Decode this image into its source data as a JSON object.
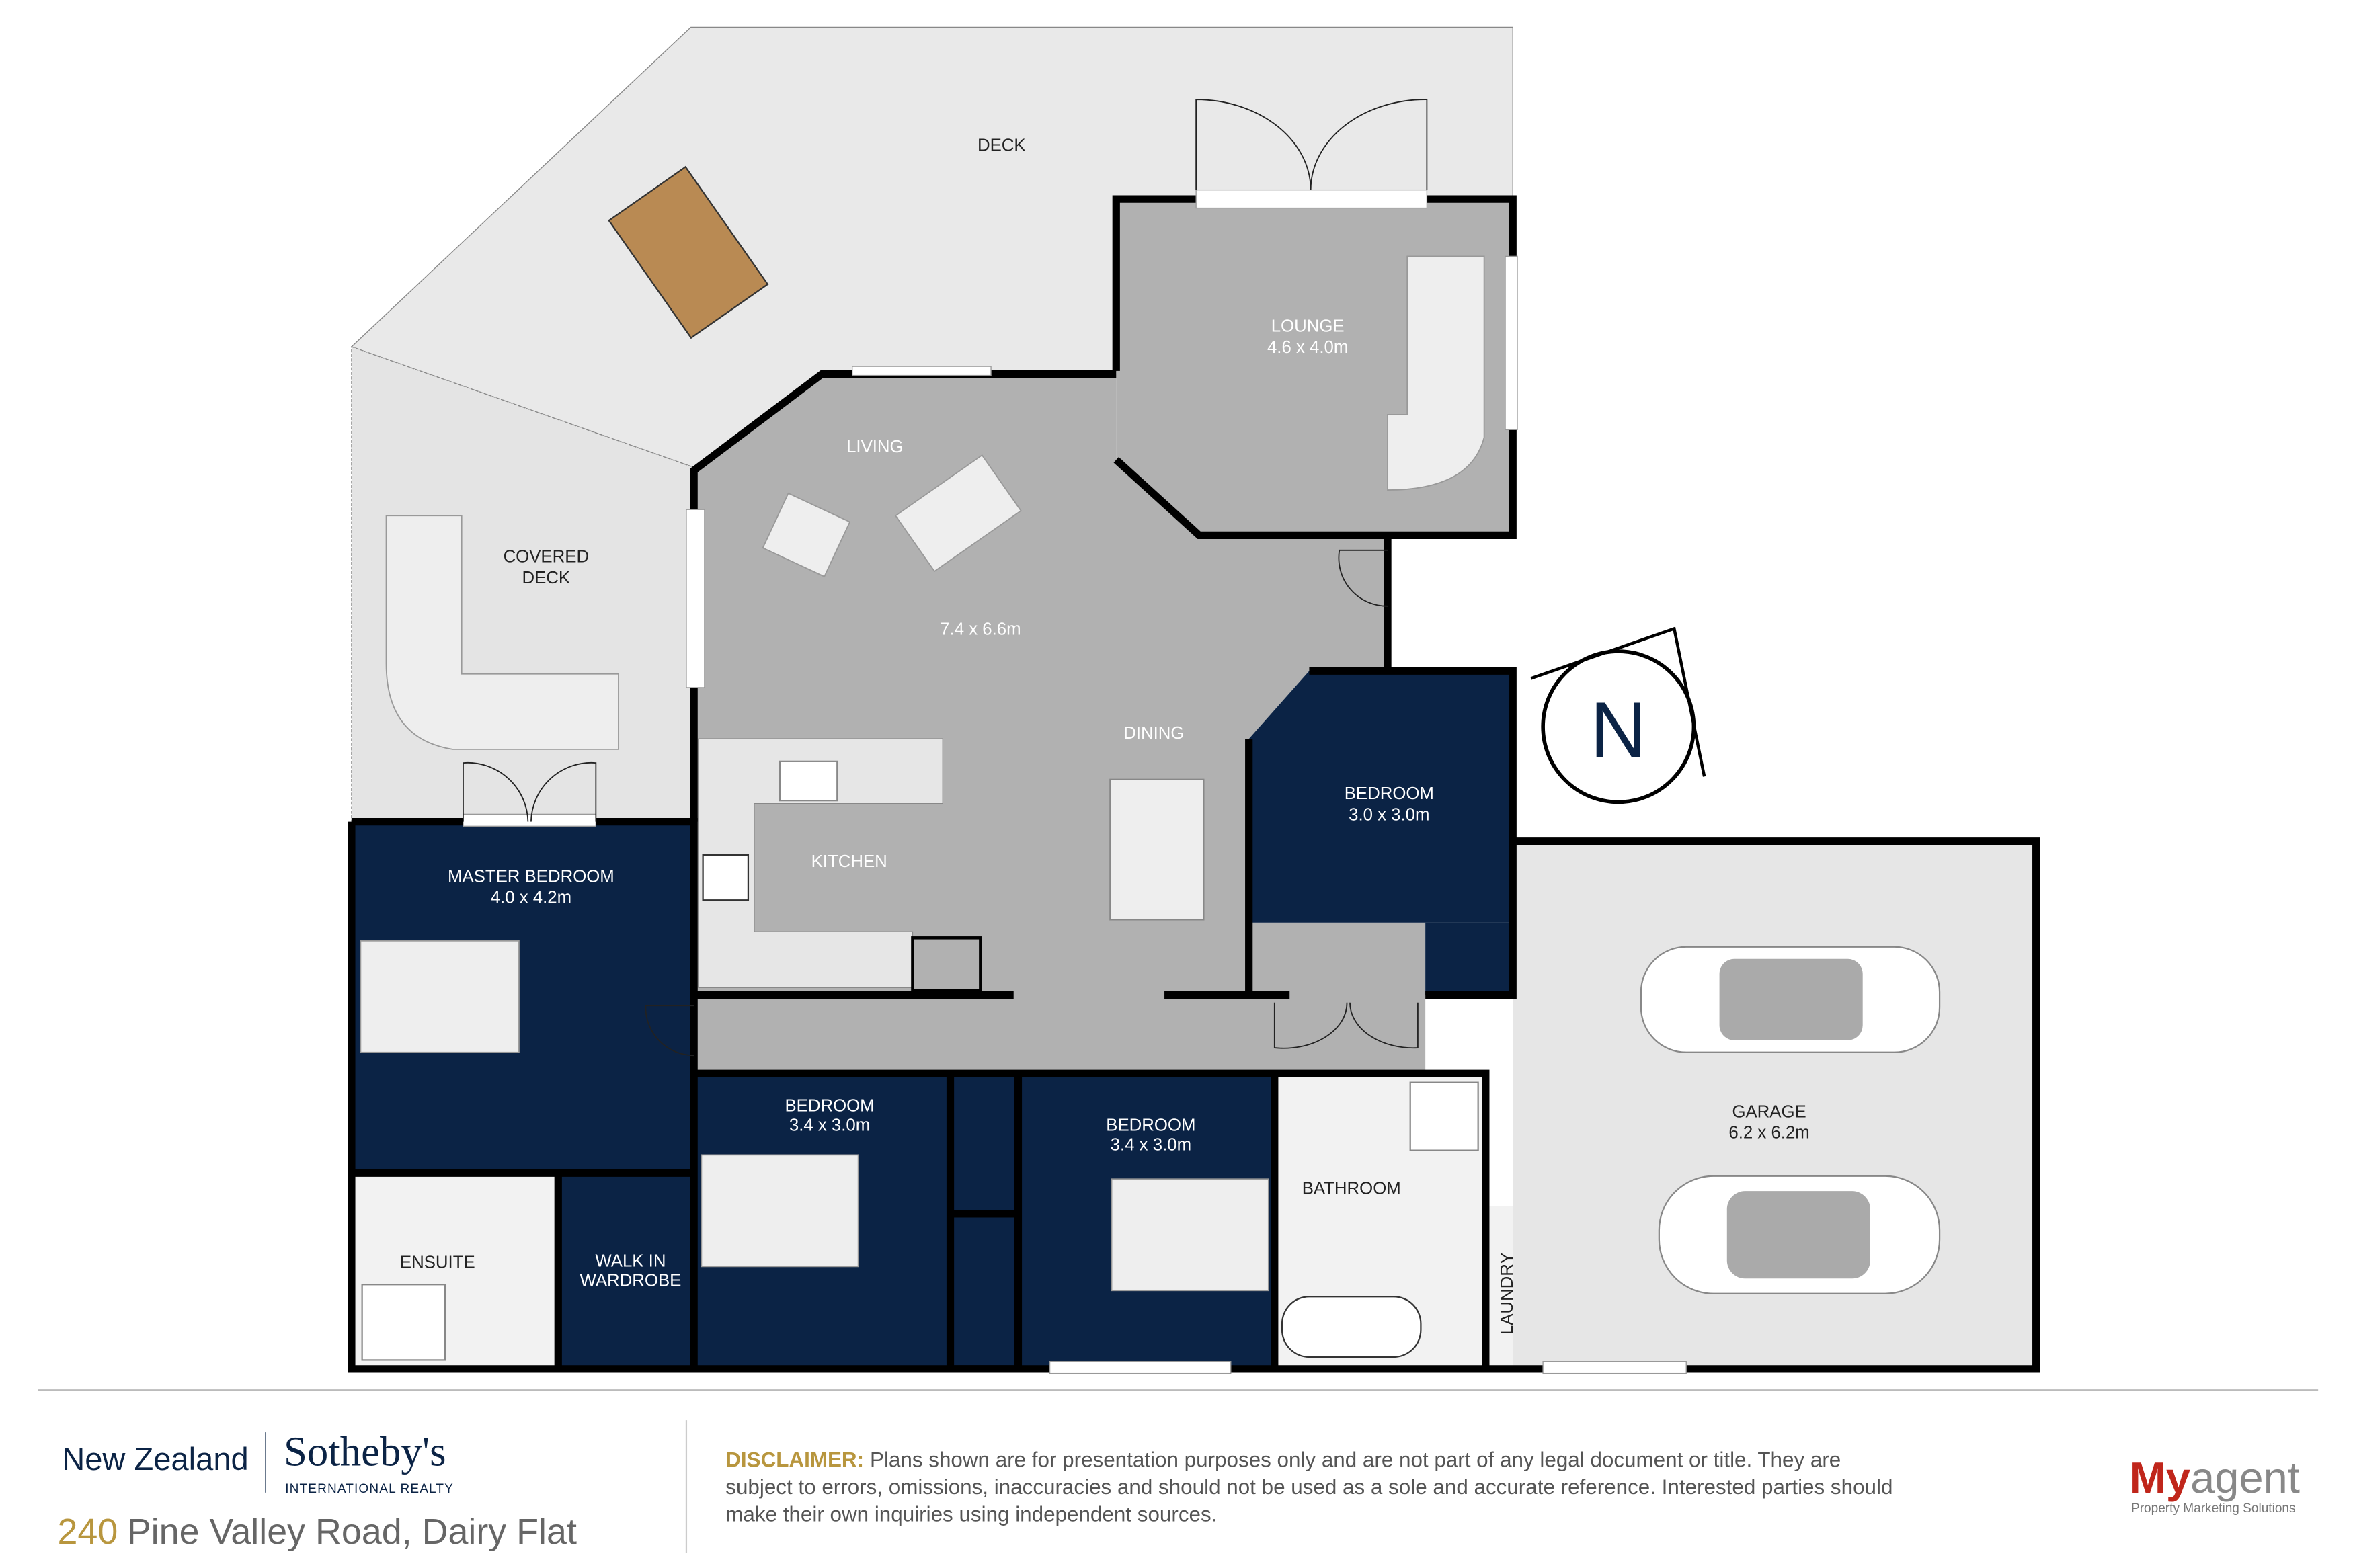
{
  "rooms": {
    "deck": {
      "name": "DECK"
    },
    "covered_deck": {
      "line1": "COVERED",
      "line2": "DECK"
    },
    "lounge": {
      "name": "LOUNGE",
      "size": "4.6 x 4.0m"
    },
    "living": {
      "name": "LIVING",
      "size": "7.4 x 6.6m"
    },
    "dining": {
      "name": "DINING"
    },
    "kitchen": {
      "name": "KITCHEN"
    },
    "bedroom_ne": {
      "name": "BEDROOM",
      "size": "3.0 x 3.0m"
    },
    "master": {
      "name": "MASTER BEDROOM",
      "size": "4.0 x 4.2m"
    },
    "bedroom_2": {
      "name": "BEDROOM",
      "size": "3.4 x 3.0m"
    },
    "bedroom_3": {
      "name": "BEDROOM",
      "size": "3.4 x 3.0m"
    },
    "ensuite": {
      "name": "ENSUITE"
    },
    "walkin": {
      "line1": "WALK IN",
      "line2": "WARDROBE"
    },
    "bathroom": {
      "name": "BATHROOM"
    },
    "laundry": {
      "name": "LAUNDRY"
    },
    "garage": {
      "name": "GARAGE",
      "size": "6.2 x 6.2m"
    }
  },
  "compass": {
    "label": "N",
    "icon": "north-arrow-icon"
  },
  "colors": {
    "navy": "#0b2345",
    "grey": "#b1b1b1",
    "deck": "#e9e9e9",
    "gold": "#b8963e",
    "myagent_red": "#c0261b"
  },
  "footer": {
    "brand_region": "New Zealand",
    "brand_name": "Sotheby's",
    "brand_sub": "INTERNATIONAL REALTY",
    "address_number": "240",
    "address_rest": "Pine Valley Road, Dairy Flat",
    "disclaimer_label": "DISCLAIMER:",
    "disclaimer_line1": "Plans shown are for presentation purposes only and are not part of any legal document or title. They are",
    "disclaimer_line2": "subject to errors, omissions, inaccuracies and should not be used as a sole and accurate reference. Interested parties should",
    "disclaimer_line3": "make their own inquiries using independent sources.",
    "agent_my": "My",
    "agent_rest": "agent",
    "agent_tagline": "Property Marketing Solutions"
  }
}
